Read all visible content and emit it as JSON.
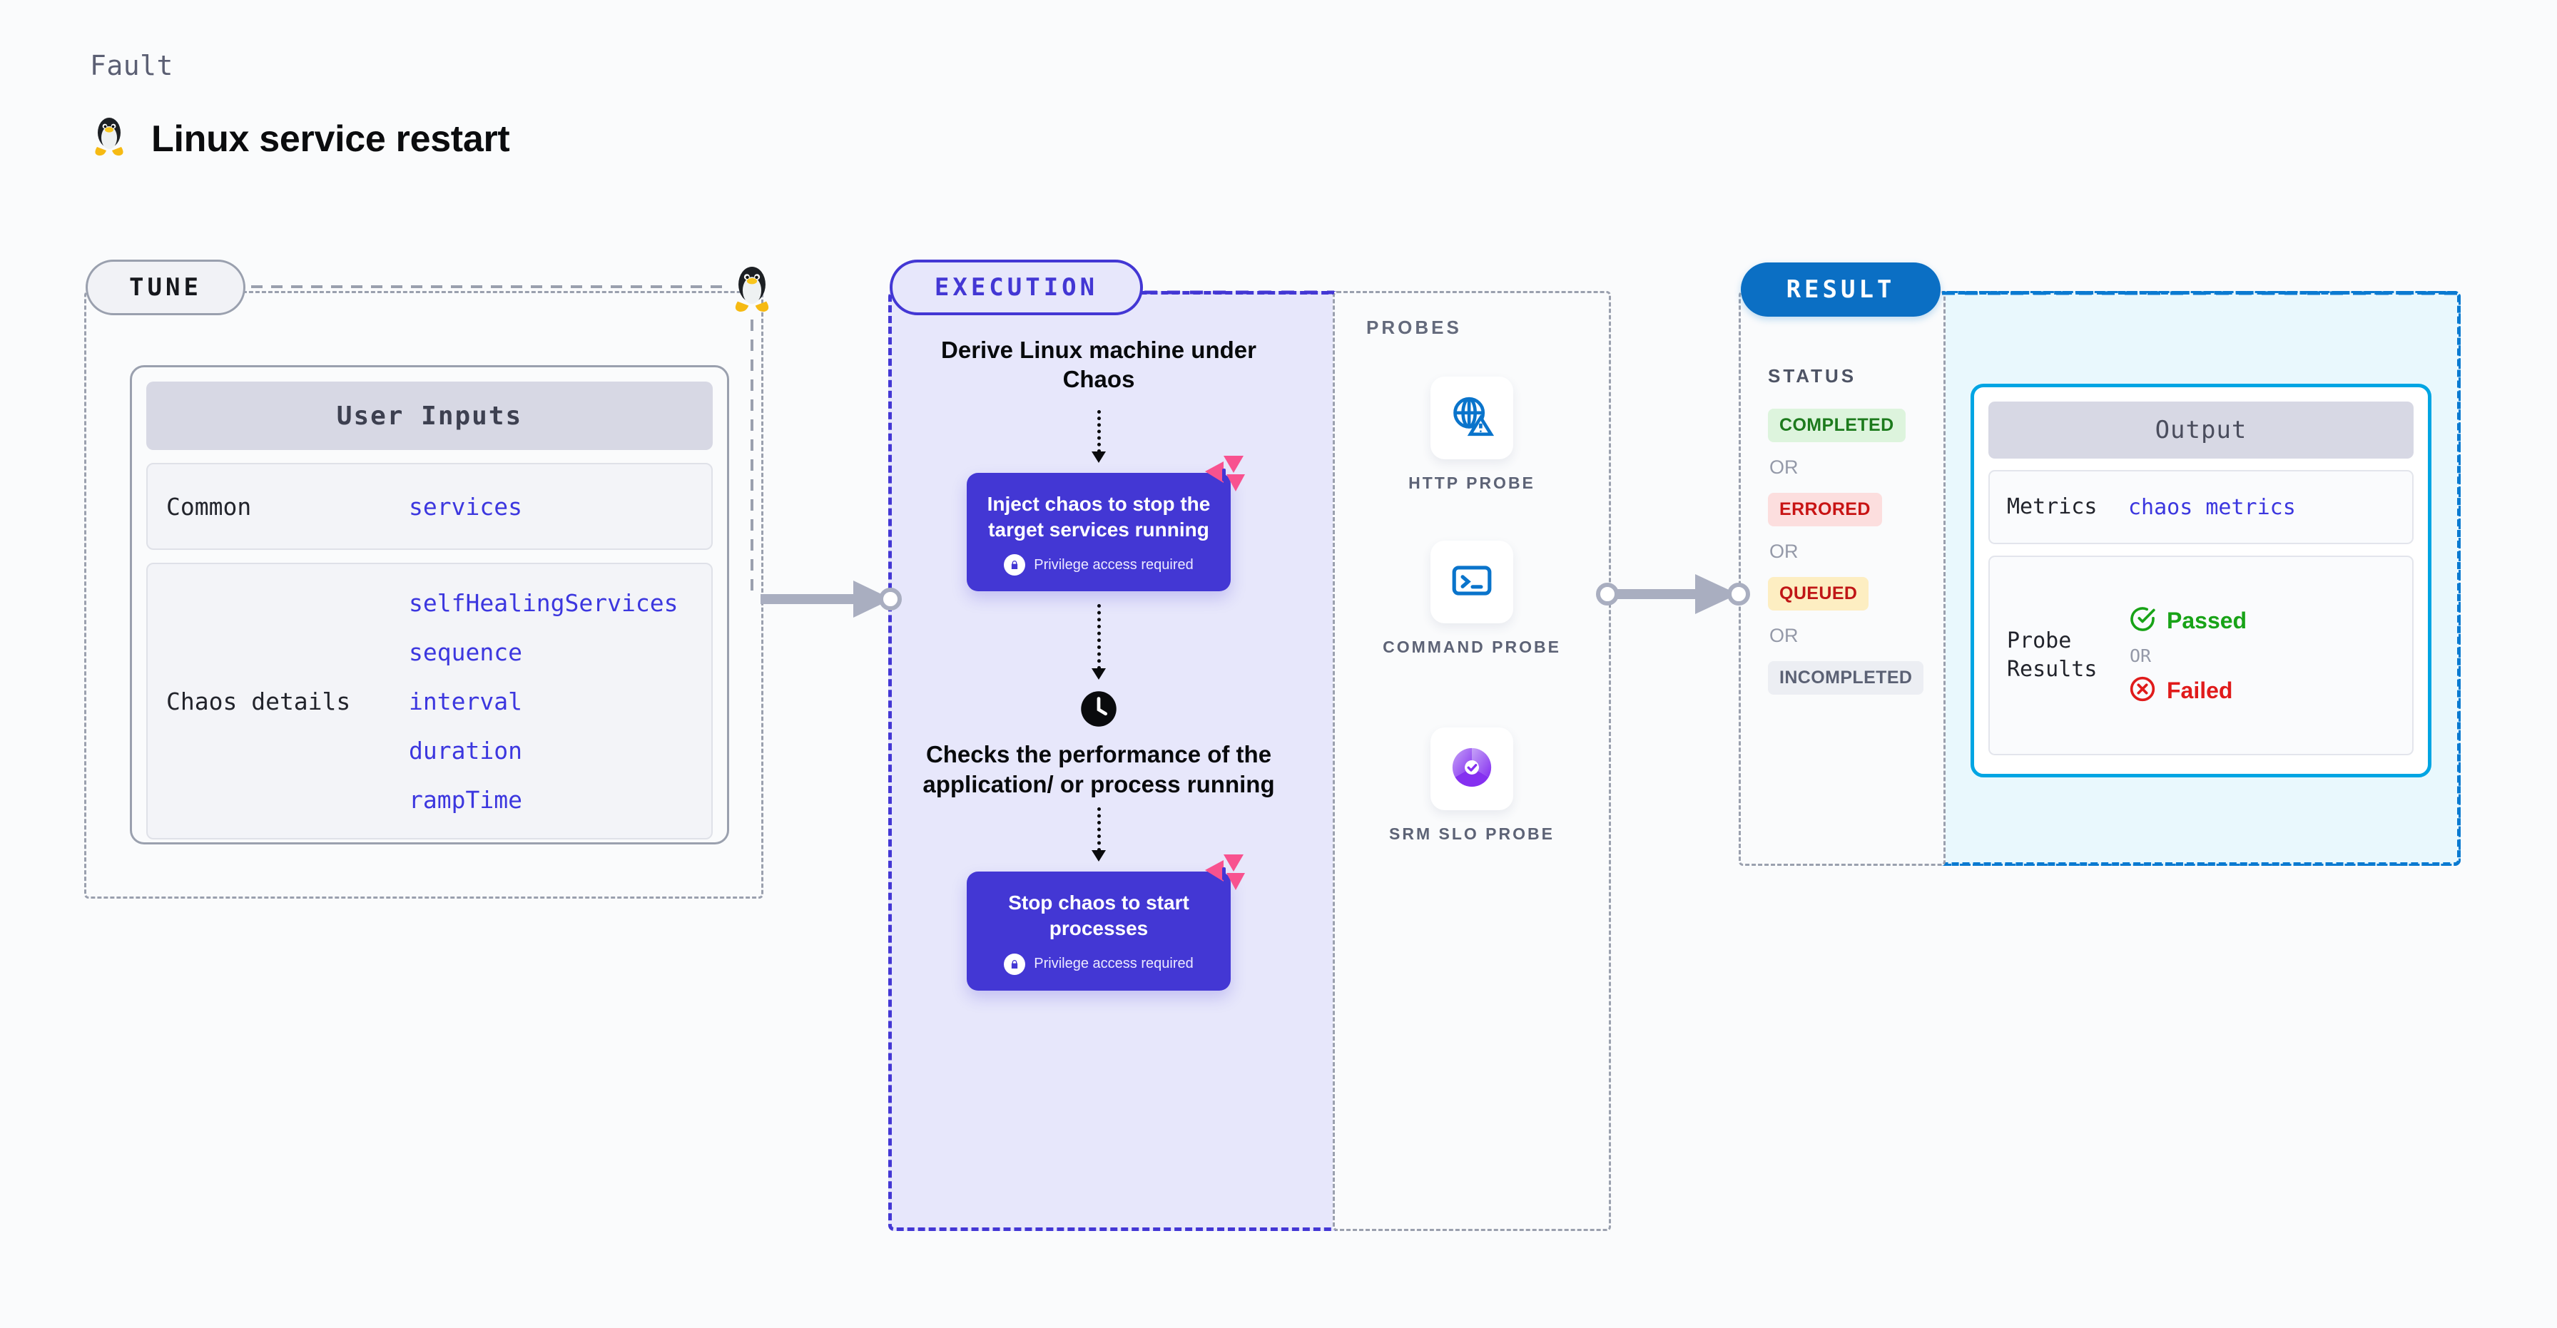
{
  "header": {
    "kicker": "Fault",
    "title": "Linux service restart",
    "icon": "linux-penguin-icon"
  },
  "tune": {
    "badge": "TUNE",
    "card": {
      "title": "User Inputs",
      "rows": [
        {
          "label": "Common",
          "values": [
            "services"
          ]
        },
        {
          "label": "Chaos details",
          "values": [
            "selfHealingServices",
            "sequence",
            "interval",
            "duration",
            "rampTime"
          ]
        }
      ]
    }
  },
  "execution": {
    "badge": "EXECUTION",
    "step_derive": "Derive Linux machine under Chaos",
    "step_inject": {
      "title": "Inject chaos to stop the target services running",
      "privilege": "Privilege access required"
    },
    "step_check": "Checks the performance of the application/ or process running",
    "step_stop": {
      "title": "Stop chaos to start processes",
      "privilege": "Privilege access required"
    }
  },
  "probes": {
    "label": "PROBES",
    "items": [
      {
        "name": "HTTP PROBE",
        "icon": "globe-warning-icon"
      },
      {
        "name": "COMMAND PROBE",
        "icon": "terminal-icon"
      },
      {
        "name": "SRM SLO PROBE",
        "icon": "slo-donut-check-icon"
      }
    ]
  },
  "result": {
    "badge": "RESULT",
    "status_title": "STATUS",
    "or": "OR",
    "statuses": [
      {
        "label": "COMPLETED",
        "variant": "completed"
      },
      {
        "label": "ERRORED",
        "variant": "errored"
      },
      {
        "label": "QUEUED",
        "variant": "queued"
      },
      {
        "label": "INCOMPLETED",
        "variant": "incompleted"
      }
    ],
    "output": {
      "title": "Output",
      "metrics_label": "Metrics",
      "metrics_value": "chaos metrics",
      "probe_results_label": "Probe Results",
      "passed": "Passed",
      "failed": "Failed",
      "or": "OR"
    }
  },
  "colors": {
    "accent_purple": "#4337d4",
    "accent_blue": "#0a7ad1",
    "accent_cyan": "#00a5e3",
    "pink": "#f8528f",
    "green": "#18a317",
    "red": "#e01b1b",
    "grey_border": "#9aa0ae",
    "page_bg": "#fafbfc"
  }
}
